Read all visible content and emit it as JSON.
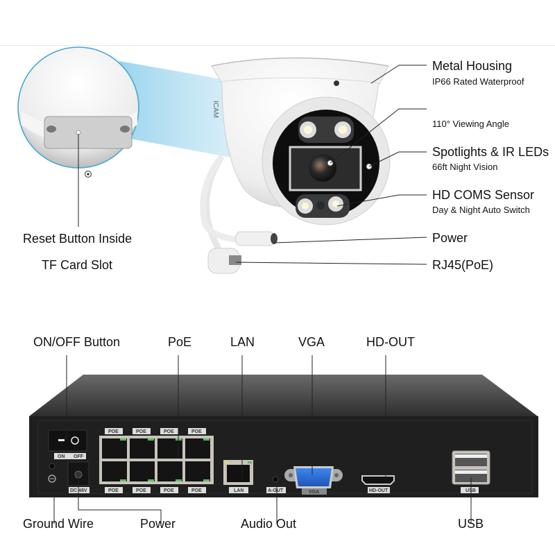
{
  "camera_section": {
    "zoom_detail": {
      "labels": [
        "Reset Button Inside",
        "TF Card Slot"
      ]
    },
    "callouts": [
      {
        "title": "Metal Housing",
        "subtitle": "IP66 Rated Waterproof"
      },
      {
        "title": "",
        "subtitle": "110° Viewing Angle"
      },
      {
        "title": "Spotlights & IR LEDs",
        "subtitle": "66ft Night Vision"
      },
      {
        "title": "HD COMS Sensor",
        "subtitle": "Day & Night Auto Switch"
      },
      {
        "title": "Power",
        "subtitle": ""
      },
      {
        "title": "RJ45(PoE)",
        "subtitle": ""
      }
    ],
    "brand_mark": "ICAM"
  },
  "nvr_section": {
    "top_labels": [
      "ON/OFF Button",
      "PoE",
      "LAN",
      "VGA",
      "HD-OUT"
    ],
    "bottom_labels": [
      "Ground Wire",
      "Power",
      "Audio Out",
      "USB"
    ],
    "panel_tags": {
      "switch_on": "ON",
      "switch_off": "OFF",
      "dc": "DC 48V",
      "poe": "POE",
      "lan": "LAN",
      "aout": "A-OUT",
      "vga": "VGA",
      "hdout": "HD-OUT",
      "usb": "USB"
    },
    "poe_port_count": 8
  },
  "colors": {
    "accent_blue": "#5fb8dc",
    "beam_blue": "#bfe3f3",
    "nvr_body": "#222222",
    "vga_blue": "#2f6fd6",
    "port_led_green": "#5cc05c"
  }
}
